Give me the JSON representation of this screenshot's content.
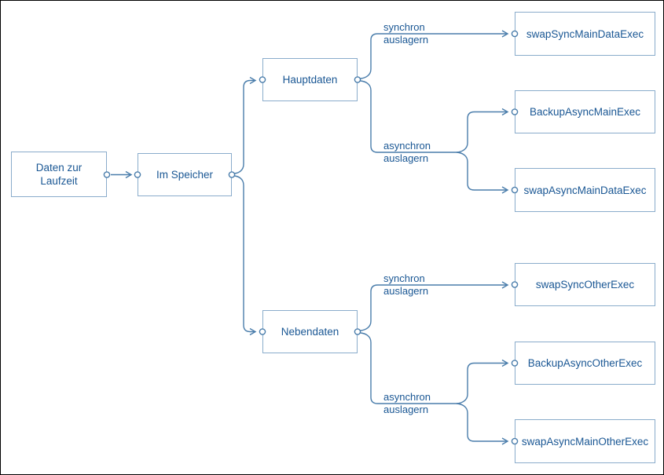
{
  "diagram": {
    "nodes": {
      "root": {
        "label": "Daten zur\nLaufzeit"
      },
      "speicher": {
        "label": "Im Speicher"
      },
      "hauptdaten": {
        "label": "Hauptdaten"
      },
      "nebendaten": {
        "label": "Nebendaten"
      },
      "swap_sync_main": {
        "label": "swapSyncMainDataExec"
      },
      "backup_async_main": {
        "label": "BackupAsyncMainExec"
      },
      "swap_async_main": {
        "label": "swapAsyncMainDataExec"
      },
      "swap_sync_other": {
        "label": "swapSyncOtherExec"
      },
      "backup_async_other": {
        "label": "BackupAsyncOtherExec"
      },
      "swap_async_other": {
        "label": "swapAsyncMainOtherExec"
      }
    },
    "edge_labels": {
      "sync_main": {
        "line1": "synchron",
        "line2": "auslagern"
      },
      "async_main": {
        "line1": "asynchron",
        "line2": "auslagern"
      },
      "sync_other": {
        "line1": "synchron",
        "line2": "auslagern"
      },
      "async_other": {
        "line1": "asynchron",
        "line2": "auslagern"
      }
    },
    "edges": [
      {
        "from": "root",
        "to": "speicher"
      },
      {
        "from": "speicher",
        "to": "hauptdaten"
      },
      {
        "from": "speicher",
        "to": "nebendaten"
      },
      {
        "from": "hauptdaten",
        "to": "swap_sync_main",
        "label": "synchron auslagern"
      },
      {
        "from": "hauptdaten",
        "to": "backup_async_main",
        "label": "asynchron auslagern"
      },
      {
        "from": "hauptdaten",
        "to": "swap_async_main",
        "label": "asynchron auslagern"
      },
      {
        "from": "nebendaten",
        "to": "swap_sync_other",
        "label": "synchron auslagern"
      },
      {
        "from": "nebendaten",
        "to": "backup_async_other",
        "label": "asynchron auslagern"
      },
      {
        "from": "nebendaten",
        "to": "swap_async_other",
        "label": "asynchron auslagern"
      }
    ],
    "colors": {
      "connector": "#4a7dab",
      "node_border": "#8aaccb",
      "text": "#1a5794",
      "frame": "#000000",
      "background": "#ffffff"
    }
  }
}
